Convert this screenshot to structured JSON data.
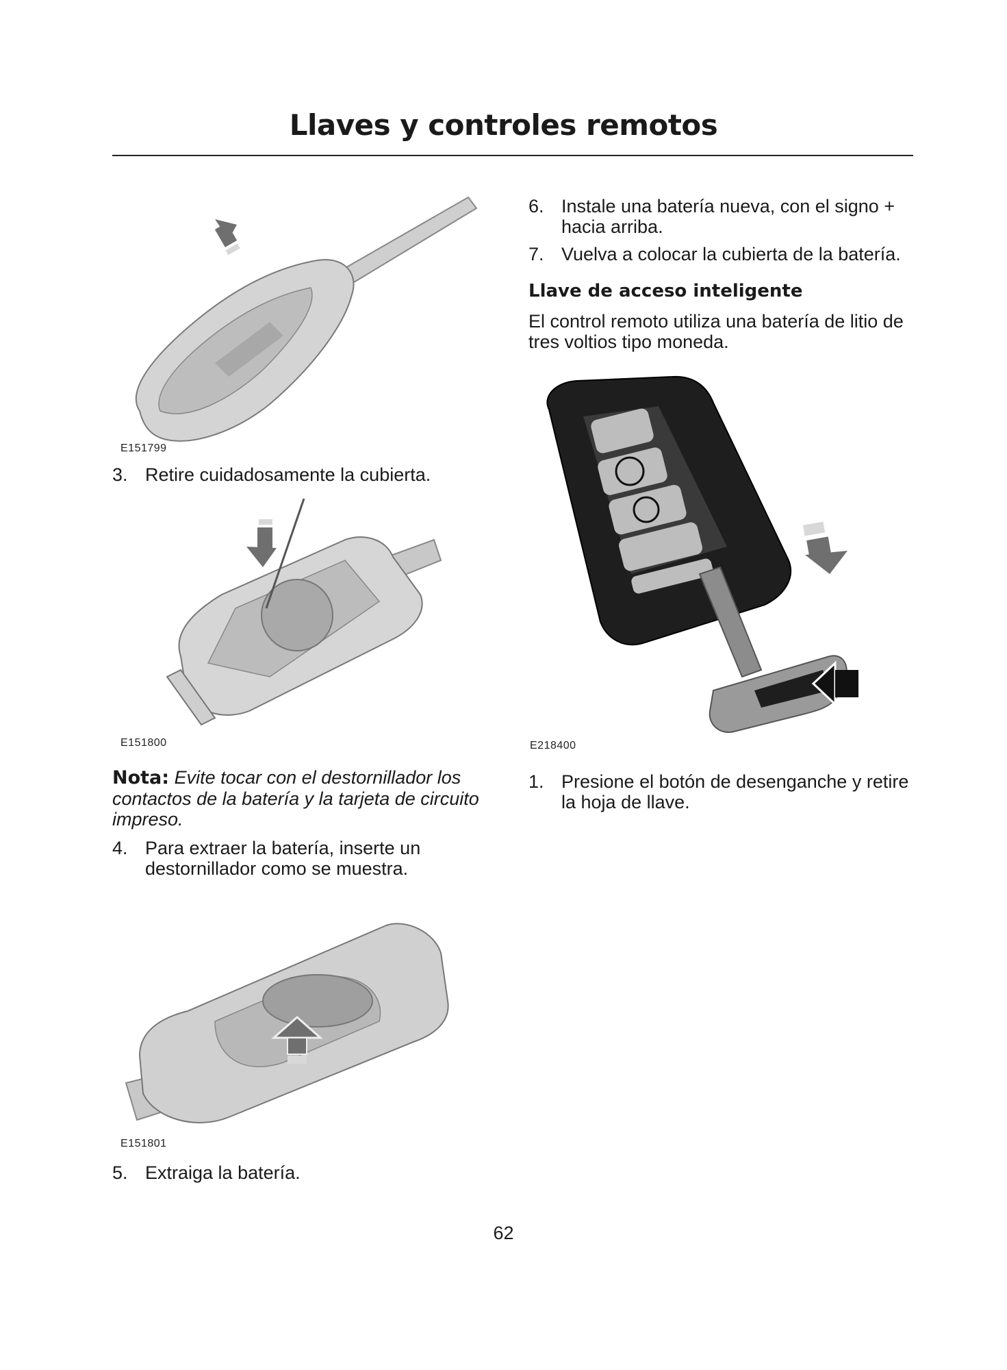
{
  "header": {
    "title": "Llaves y controles remotos"
  },
  "left": {
    "fig1_code": "E151799",
    "step3": {
      "num": "3.",
      "text": "Retire cuidadosamente la cubierta."
    },
    "fig2_code": "E151800",
    "note": {
      "label": "Nota:",
      "text": "Evite tocar con el destornillador los contactos de la batería y la tarjeta de circuito impreso."
    },
    "step4": {
      "num": "4.",
      "text": "Para extraer la batería, inserte un destornillador como se muestra."
    },
    "fig3_code": "E151801",
    "step5": {
      "num": "5.",
      "text": "Extraiga la batería."
    }
  },
  "right": {
    "step6": {
      "num": "6.",
      "text": "Instale una batería nueva, con el signo + hacia arriba."
    },
    "step7": {
      "num": "7.",
      "text": "Vuelva a colocar la cubierta de la batería."
    },
    "section_heading": "Llave de acceso inteligente",
    "section_text": "El control remoto utiliza una batería de litio de tres voltios tipo moneda.",
    "fig4_code": "E218400",
    "step1": {
      "num": "1.",
      "text": "Presione el botón de desenganche y retire la hoja de llave."
    }
  },
  "footer": {
    "page_number": "62"
  }
}
